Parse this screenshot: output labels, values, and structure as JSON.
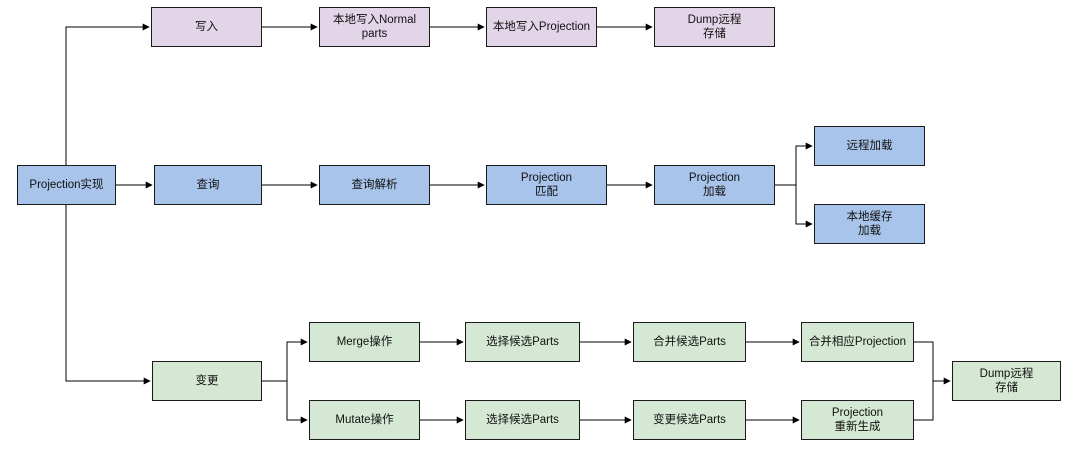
{
  "nodes": {
    "root": "Projection实现",
    "write": "写入",
    "write_local_normal": "本地写入Normal\nparts",
    "write_local_proj": "本地写入Projection",
    "write_dump": "Dump远程\n存储",
    "query": "查询",
    "query_parse": "查询解析",
    "proj_match": "Projection\n匹配",
    "proj_load": "Projection\n加载",
    "remote_load": "远程加载",
    "local_cache_load": "本地缓存\n加载",
    "mutation": "变更",
    "merge_op": "Merge操作",
    "merge_select": "选择候选Parts",
    "merge_combine": "合并候选Parts",
    "merge_proj": "合并相应Projection",
    "mutate_op": "Mutate操作",
    "mutate_select": "选择候选Parts",
    "mutate_change": "变更候选Parts",
    "mutate_regen": "Projection\n重新生成",
    "final_dump": "Dump远程\n存储"
  },
  "colors": {
    "write": "#e1d5e7",
    "query": "#a9c4eb",
    "mutation": "#d5e8d4",
    "border": "#1a1a1a"
  }
}
